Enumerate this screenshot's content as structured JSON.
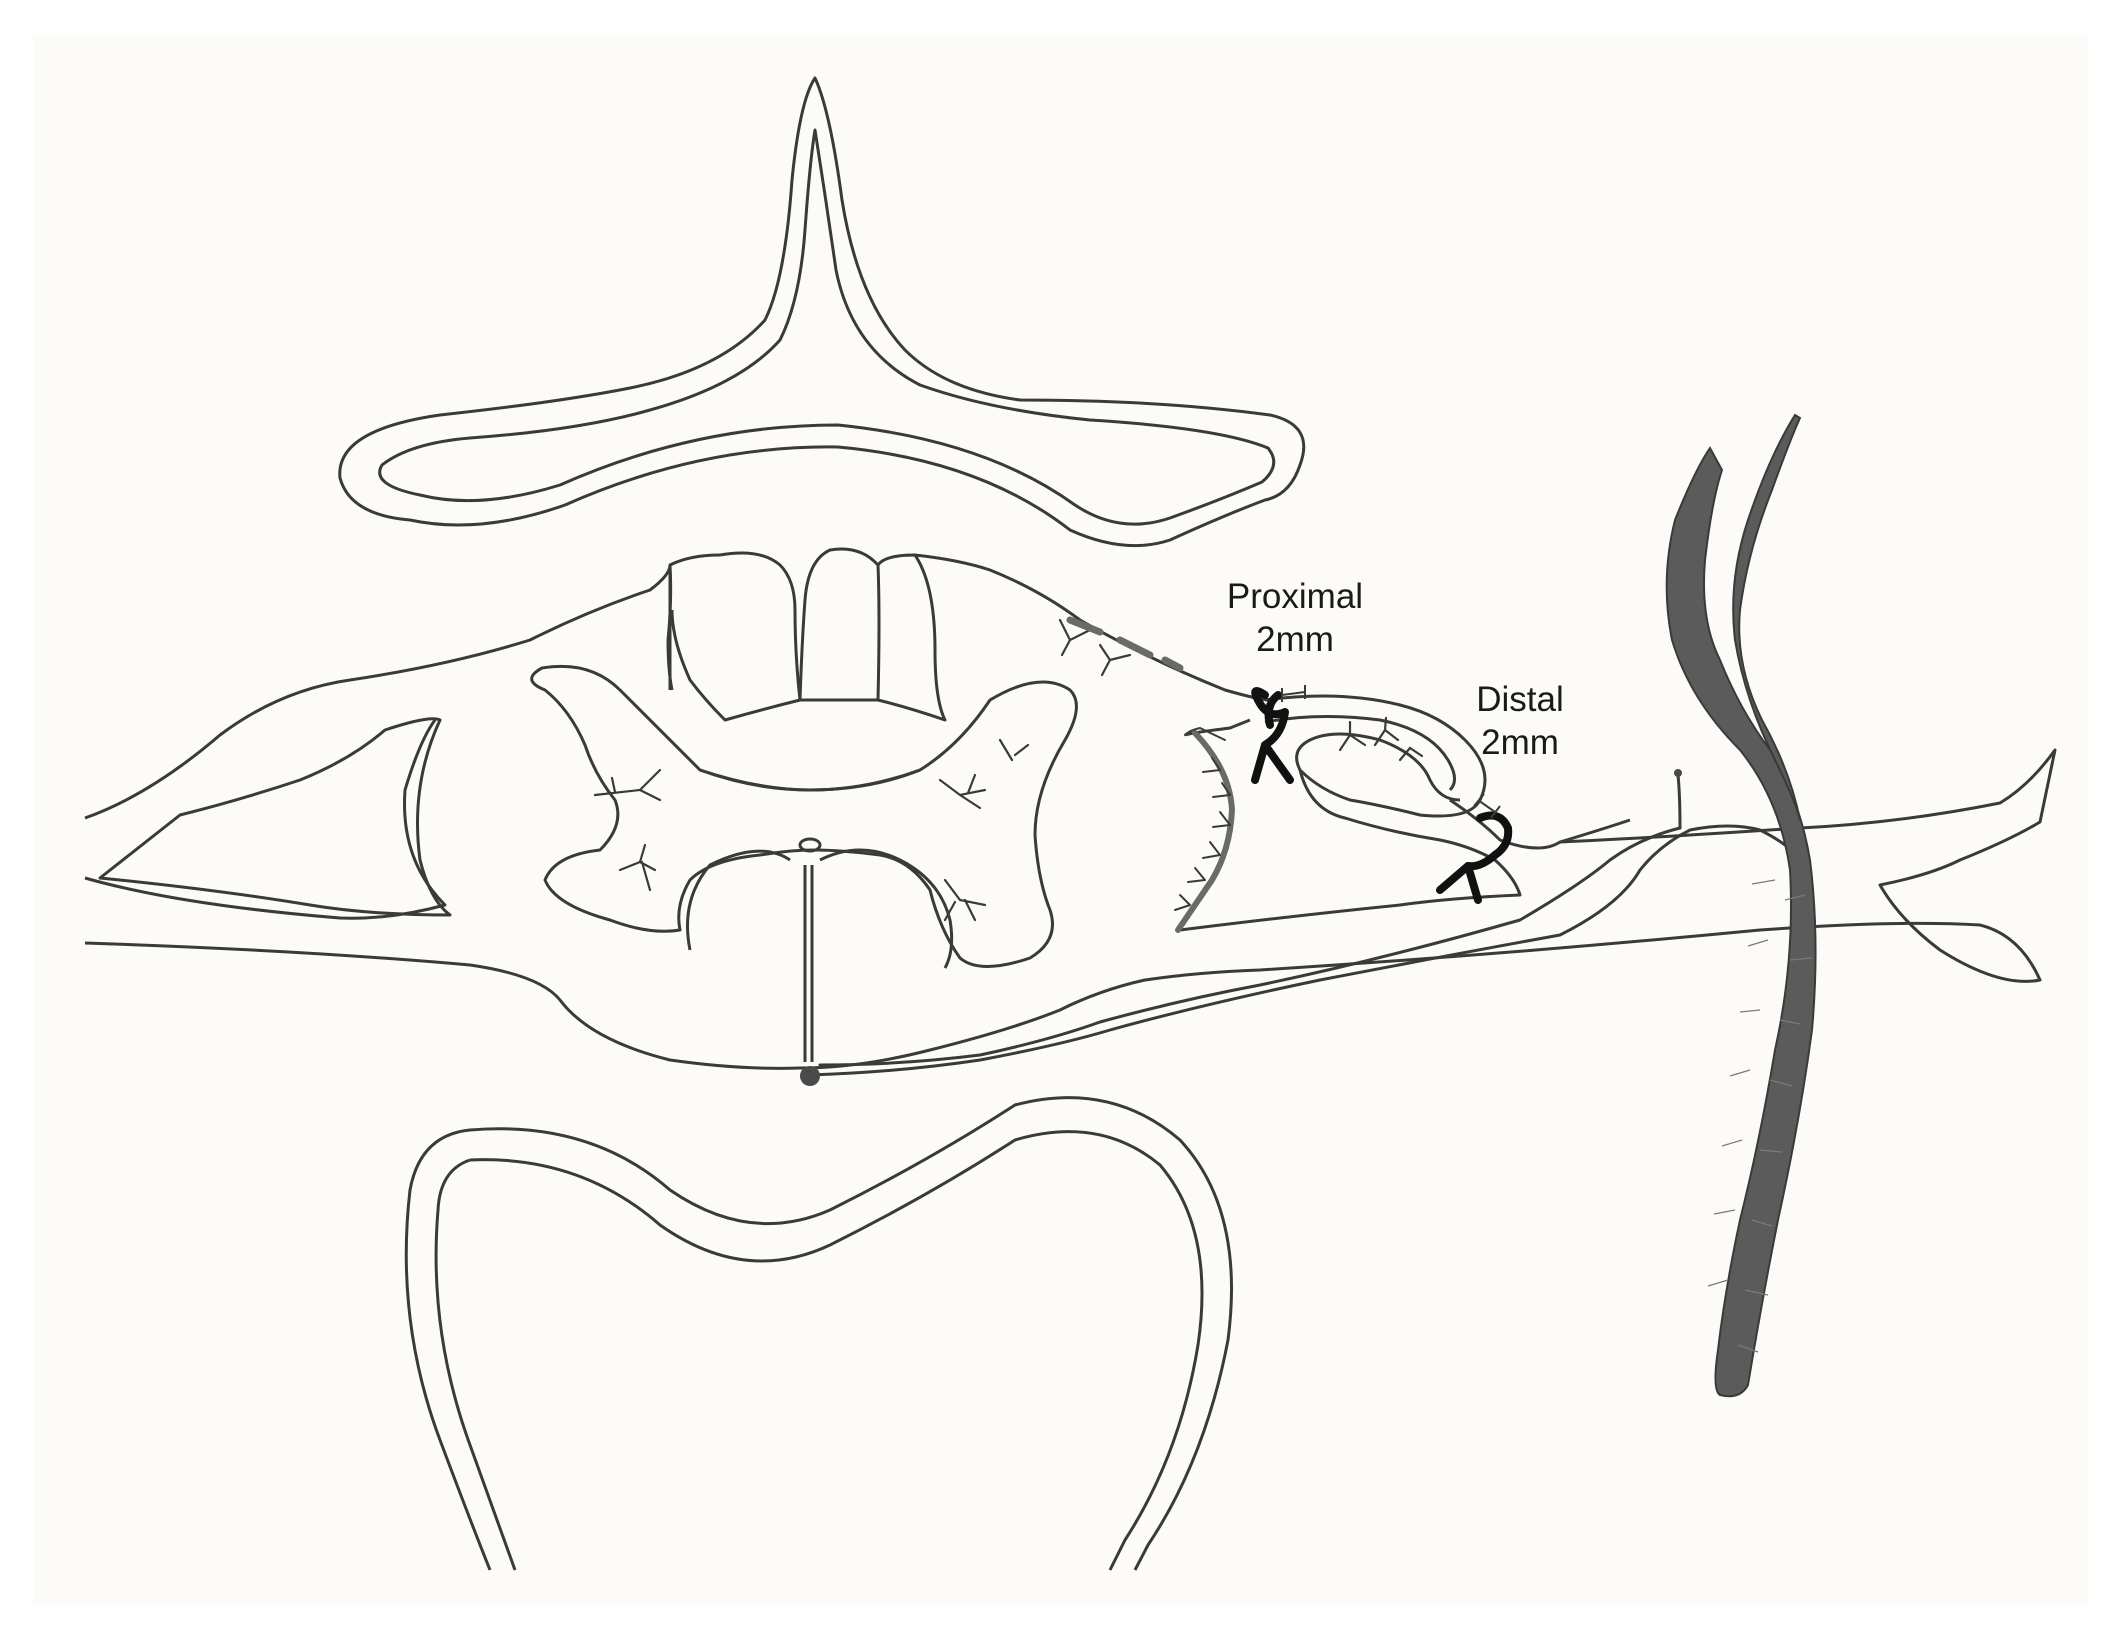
{
  "labels": {
    "proximal": {
      "line1": "Proximal",
      "line2": "2mm"
    },
    "distal": {
      "line1": "Distal",
      "line2": "2mm"
    }
  },
  "colors": {
    "paper": "#fdfbf7",
    "outline": "#3a3a3a",
    "cut_line": "#6a6a6a",
    "clip": "#111111",
    "nerve_fill": "#5b5b5b"
  }
}
